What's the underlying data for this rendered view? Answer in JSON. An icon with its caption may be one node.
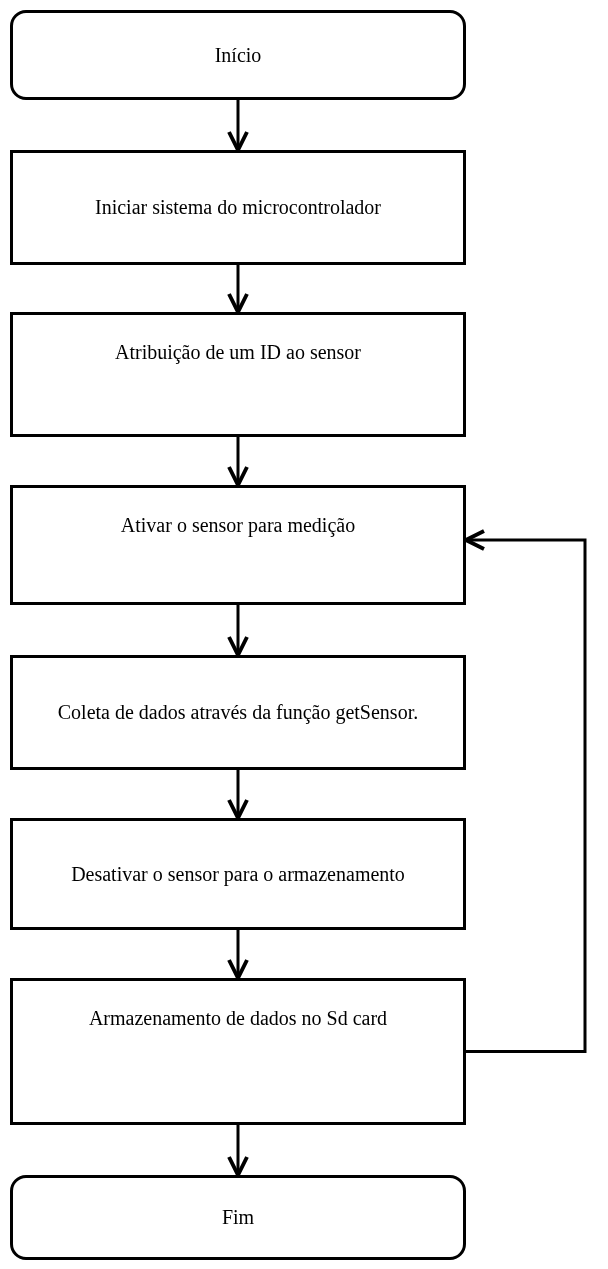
{
  "diagram": {
    "nodes": [
      {
        "text": [
          "Início"
        ]
      },
      {
        "text": [
          "Iniciar sistema do microcontrolador"
        ]
      },
      {
        "text": [
          "Atribuição de um ID ao sensor"
        ]
      },
      {
        "text": [
          "Ativar o sensor para medição"
        ]
      },
      {
        "text": [
          "Coleta de dados através da função getSensor."
        ]
      },
      {
        "text": [
          "Desativar o sensor para o armazenamento"
        ]
      },
      {
        "text": [
          "Armazenamento de dados no Sd card"
        ]
      },
      {
        "text": [
          "Fim"
        ]
      }
    ],
    "edges": [
      {
        "from": 0,
        "to": 1,
        "arrow": "to"
      },
      {
        "from": 1,
        "to": 2,
        "arrow": "to"
      },
      {
        "from": 2,
        "to": 3,
        "arrow": "to"
      },
      {
        "from": 3,
        "to": 4,
        "arrow": "to"
      },
      {
        "from": 4,
        "to": 5,
        "arrow": "to"
      },
      {
        "from": 5,
        "to": 6,
        "arrow": "to"
      },
      {
        "from": 6,
        "to": 7,
        "arrow": "to"
      },
      {
        "from": 6,
        "to": 3,
        "arrow": "to"
      }
    ]
  }
}
